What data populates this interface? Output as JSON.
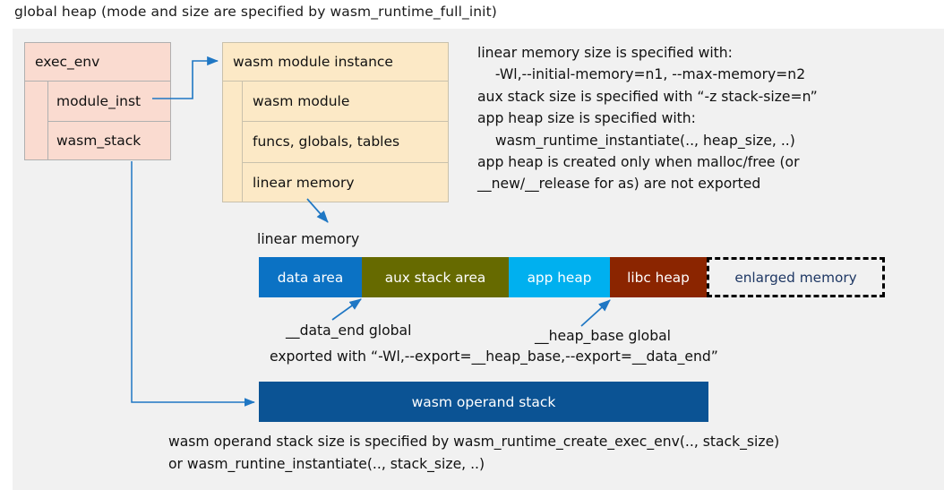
{
  "title": "global heap (mode and size are specified by wasm_runtime_full_init)",
  "colors": {
    "panel_bg": "#f1f1f1",
    "exec_env_fill": "#fadbd0",
    "exec_env_stroke": "#b0b0b0",
    "module_fill": "#fce9c6",
    "module_stroke": "#c9c1ac",
    "data_area": "#0b72c4",
    "aux_stack_area": "#666a00",
    "app_heap": "#00b0ef",
    "libc_heap": "#8b2500",
    "enlarged_memory_text": "#1f3864",
    "operand_stack": "#0b5394",
    "arrow": "#1f77c4"
  },
  "exec_env": {
    "header": "exec_env",
    "rows": [
      {
        "label": "module_inst"
      },
      {
        "label": "wasm_stack"
      }
    ]
  },
  "module_instance": {
    "header": "wasm module instance",
    "rows": [
      {
        "label": "wasm module"
      },
      {
        "label": "funcs, globals, tables"
      },
      {
        "label": "linear memory"
      }
    ]
  },
  "notes": "linear memory size is specified with:\n    -Wl,--initial-memory=n1, --max-memory=n2\naux stack size is specified with “-z stack-size=n”\napp heap size is specified with:\n    wasm_runtime_instantiate(.., heap_size, ..)\napp heap is created only when malloc/free (or\n__new/__release for as) are not exported",
  "linear_memory": {
    "label": "linear memory",
    "segments": [
      {
        "label": "data area",
        "color": "#0b72c4",
        "width": 115
      },
      {
        "label": "aux stack area",
        "color": "#666a00",
        "width": 164
      },
      {
        "label": "app heap",
        "color": "#00b0ef",
        "width": 113
      },
      {
        "label": "libc heap",
        "color": "#8b2500",
        "width": 108
      },
      {
        "label": "enlarged memory",
        "color": "#f1f1f1",
        "width": 199,
        "style": "dashed"
      }
    ]
  },
  "annotations": {
    "data_end": "__data_end global",
    "heap_base": "__heap_base global",
    "exported": "exported with “-Wl,--export=__heap_base,--export=__data_end”"
  },
  "operand_stack": {
    "label": "wasm operand stack"
  },
  "bottom_notes": "wasm operand stack size is specified by wasm_runtime_create_exec_env(.., stack_size)\nor wasm_runtine_instantiate(.., stack_size, ..)"
}
